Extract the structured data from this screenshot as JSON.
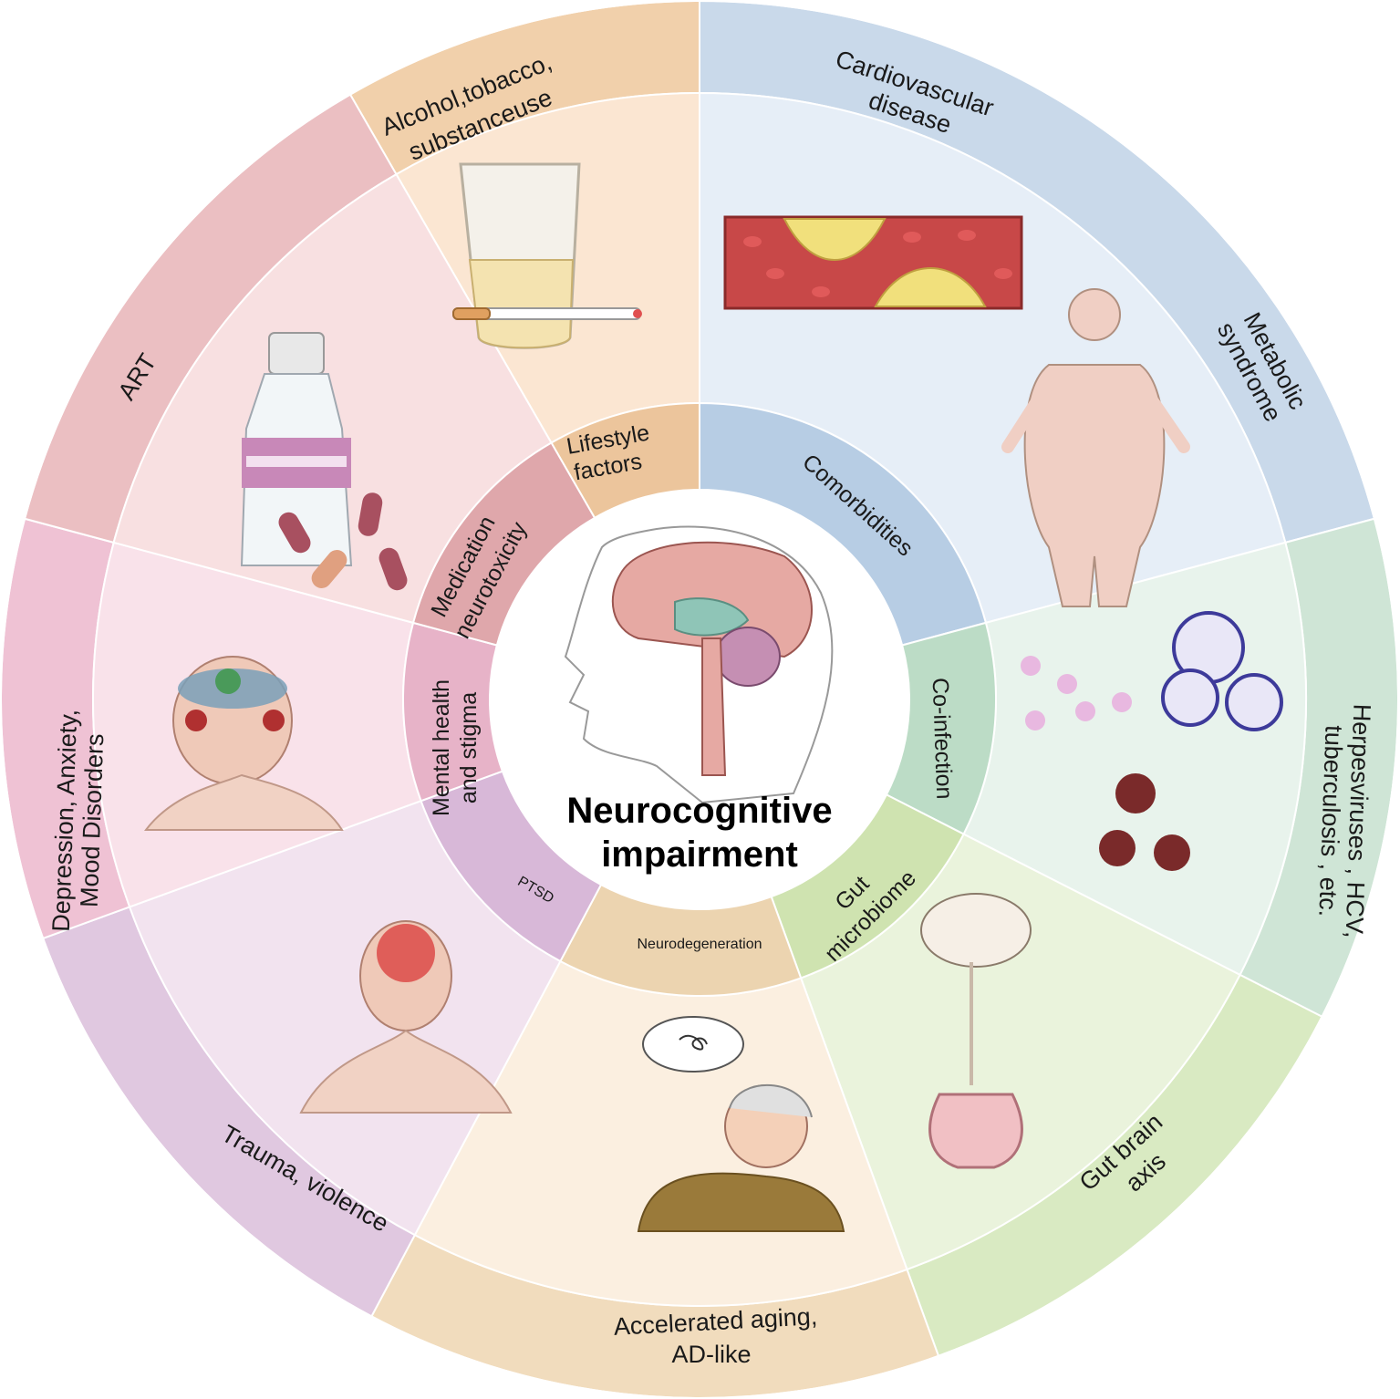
{
  "center": {
    "title_line1": "Neurocognitive",
    "title_line2": "impairment"
  },
  "segments": [
    {
      "id": "lifestyle",
      "inner_line1": "Lifestyle",
      "inner_line2": "factors",
      "outer_line1": "Alcohol,tobacco,",
      "outer_line2": "substanceuse",
      "icon": "glass-and-cigarette-icon",
      "colors": {
        "ring": "#f1d0ab",
        "middle": "#fbe6d2",
        "inner": "#ecc59c"
      }
    },
    {
      "id": "comorbidities",
      "inner_line1": "Comorbidities",
      "inner_line2": "",
      "outer_line1": "Cardiovascular",
      "outer_line2": "disease",
      "outer_b_line1": "Metabolic",
      "outer_b_line2": "syndrome",
      "icon": "artery-plaque-icon",
      "icon_b": "obese-person-icon",
      "colors": {
        "ring": "#c9d9ea",
        "middle": "#e6eef7",
        "inner": "#b7cde4"
      }
    },
    {
      "id": "co-infection",
      "inner_line1": "Co-infection",
      "inner_line2": "",
      "outer_line1": "Herpesviruses , HCV,",
      "outer_line2": "tuberculosis , etc.",
      "icon": "virus-icon",
      "colors": {
        "ring": "#cfe5d6",
        "middle": "#e8f3ec",
        "inner": "#bcdcc6"
      }
    },
    {
      "id": "gut-microbiome",
      "inner_line1": "Gut",
      "inner_line2": "microbiome",
      "outer_line1": "Gut brain",
      "outer_line2": "axis",
      "icon": "gut-brain-icon",
      "colors": {
        "ring": "#d9eac2",
        "middle": "#eaf3dc",
        "inner": "#cfe3b0"
      }
    },
    {
      "id": "neurodegeneration",
      "inner_line1": "Neurodegeneration",
      "inner_line2": "",
      "outer_line1": "Accelerated aging,",
      "outer_line2": "AD-like",
      "icon": "confused-elderly-icon",
      "colors": {
        "ring": "#f1dcbd",
        "middle": "#fbefe0",
        "inner": "#ecd4b0"
      }
    },
    {
      "id": "ptsd",
      "inner_line1": "PTSD",
      "inner_line2": "",
      "outer_line1": "Trauma, violence",
      "outer_line2": "",
      "icon": "head-injury-icon",
      "colors": {
        "ring": "#e0c8e0",
        "middle": "#f2e3ef",
        "inner": "#d8b8d8"
      }
    },
    {
      "id": "mental-health",
      "inner_line1": "Mental health",
      "inner_line2": "and stigma",
      "outer_line1": "Depression, Anxiety,",
      "outer_line2": "Mood Disorders",
      "icon": "stormy-head-icon",
      "colors": {
        "ring": "#efc2d4",
        "middle": "#f9e2ea",
        "inner": "#e7b3c8"
      }
    },
    {
      "id": "medication",
      "inner_line1": "Medication",
      "inner_line2": "neurotoxicity",
      "outer_line1": "ART",
      "outer_line2": "",
      "icon": "pill-bottle-icon",
      "colors": {
        "ring": "#ebbfc2",
        "middle": "#f8e0e1",
        "inner": "#dfa7ab"
      }
    }
  ]
}
